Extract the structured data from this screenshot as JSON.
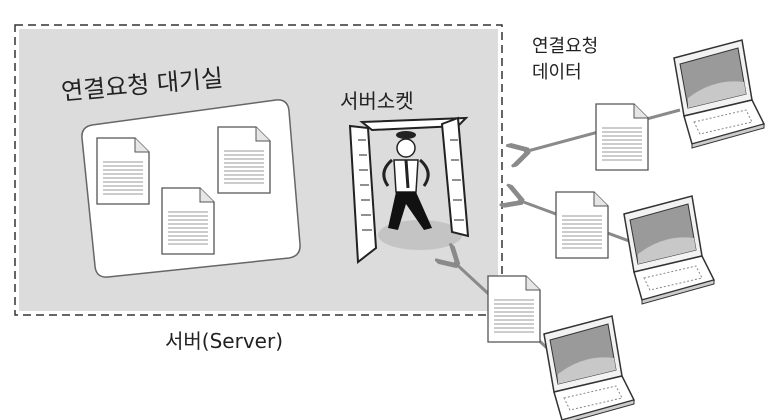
{
  "labels": {
    "waiting_room": "연결요청 대기실",
    "server_socket": "서버소켓",
    "request_data_line1": "연결요청",
    "request_data_line2": "데이터",
    "server": "서버(Server)"
  },
  "colors": {
    "server_fill": "#dcdcdc",
    "arrow": "#8a8a8a",
    "outline": "#333333"
  }
}
